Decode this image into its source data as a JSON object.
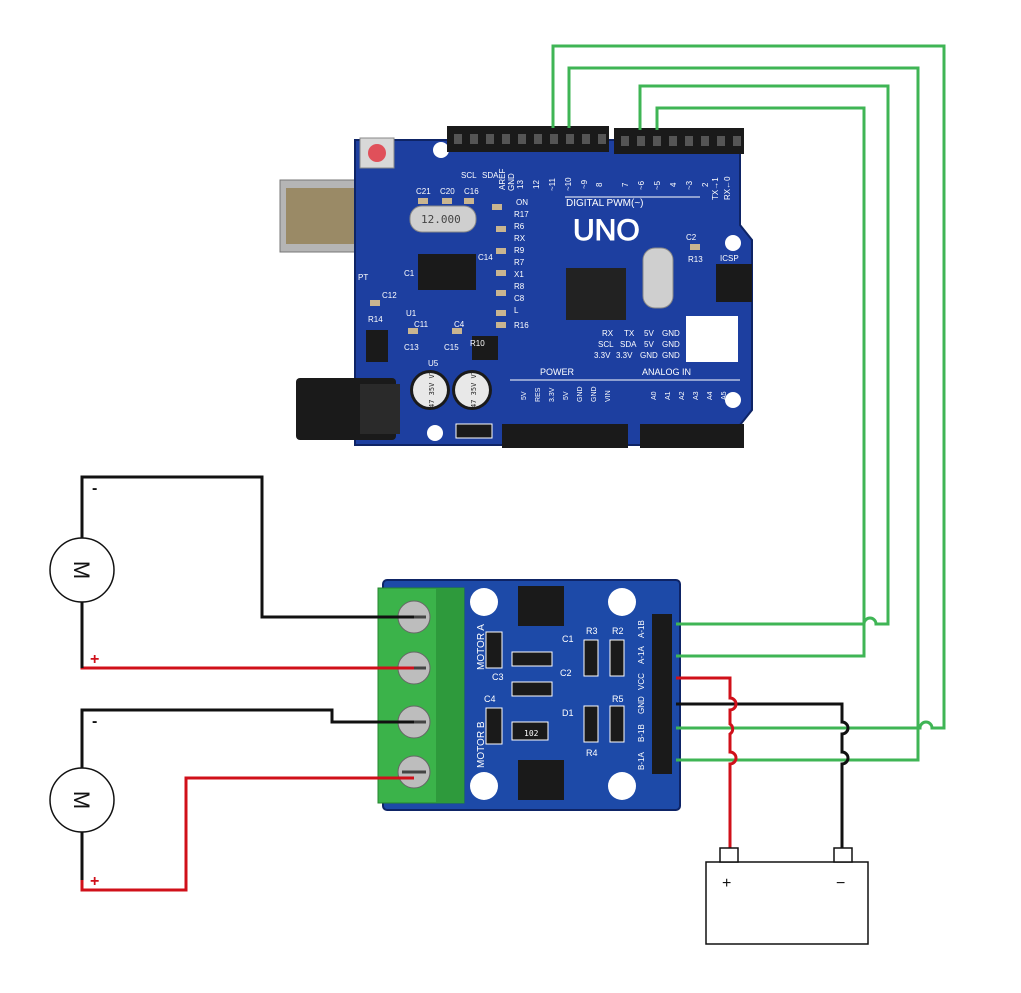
{
  "arduino": {
    "brand": "UNO",
    "digital_label": "DIGITAL PWM(~)",
    "power_label": "POWER",
    "analog_label": "ANALOG IN",
    "icsp_label": "ICSP",
    "crystal_label": "12.000",
    "cap1_label": "47 35V VT",
    "cap2_label": "47 35V VT",
    "tx_label": "TX→1",
    "rx_label": "RX←0",
    "header_top_labels": [
      "SCL",
      "SDA",
      "AREF",
      "GND",
      "13",
      "12",
      "~11",
      "~10",
      "~9",
      "8",
      "7",
      "~6",
      "~5",
      "4",
      "~3",
      "2"
    ],
    "power_pins": [
      "5V",
      "RES",
      "3.3V",
      "5V",
      "GND",
      "GND",
      "VIN"
    ],
    "analog_pins": [
      "A0",
      "A1",
      "A2",
      "A3",
      "A4",
      "A5"
    ],
    "led_labels": [
      "ON",
      "R17",
      "R6",
      "RX",
      "R9",
      "R7",
      "X1",
      "R8",
      "C8",
      "L",
      "R16"
    ],
    "mini_header": [
      "RX",
      "TX",
      "5V",
      "GND",
      "SCL",
      "SDA",
      "5V",
      "GND",
      "3.3V",
      "3.3V",
      "GND",
      "GND"
    ],
    "parts": [
      "C21",
      "C20",
      "C16",
      "C14",
      "C1",
      "C12",
      "R14",
      "U1",
      "U5",
      "C11",
      "C4",
      "C13",
      "C15",
      "PT",
      "R13",
      "C2",
      "R10"
    ]
  },
  "driver": {
    "motor_a": "MOTOR A",
    "motor_b": "MOTOR B",
    "pin_labels": [
      "A-1B",
      "A-1A",
      "VCC",
      "GND",
      "B-1B",
      "B-1A"
    ],
    "parts": [
      "R3",
      "R2",
      "R5",
      "R4",
      "C1",
      "C2",
      "C3",
      "C4",
      "D1",
      "102"
    ]
  },
  "motors": [
    {
      "symbol": "M",
      "neg": "-",
      "pos": "+"
    },
    {
      "symbol": "M",
      "neg": "-",
      "pos": "+"
    }
  ],
  "battery": {
    "pos": "+",
    "neg": "−"
  },
  "colors": {
    "signal": "#3fb555",
    "negative": "#111111",
    "positive": "#d0101a",
    "board": "#1d3fa0",
    "terminal": "#3bb34a"
  }
}
